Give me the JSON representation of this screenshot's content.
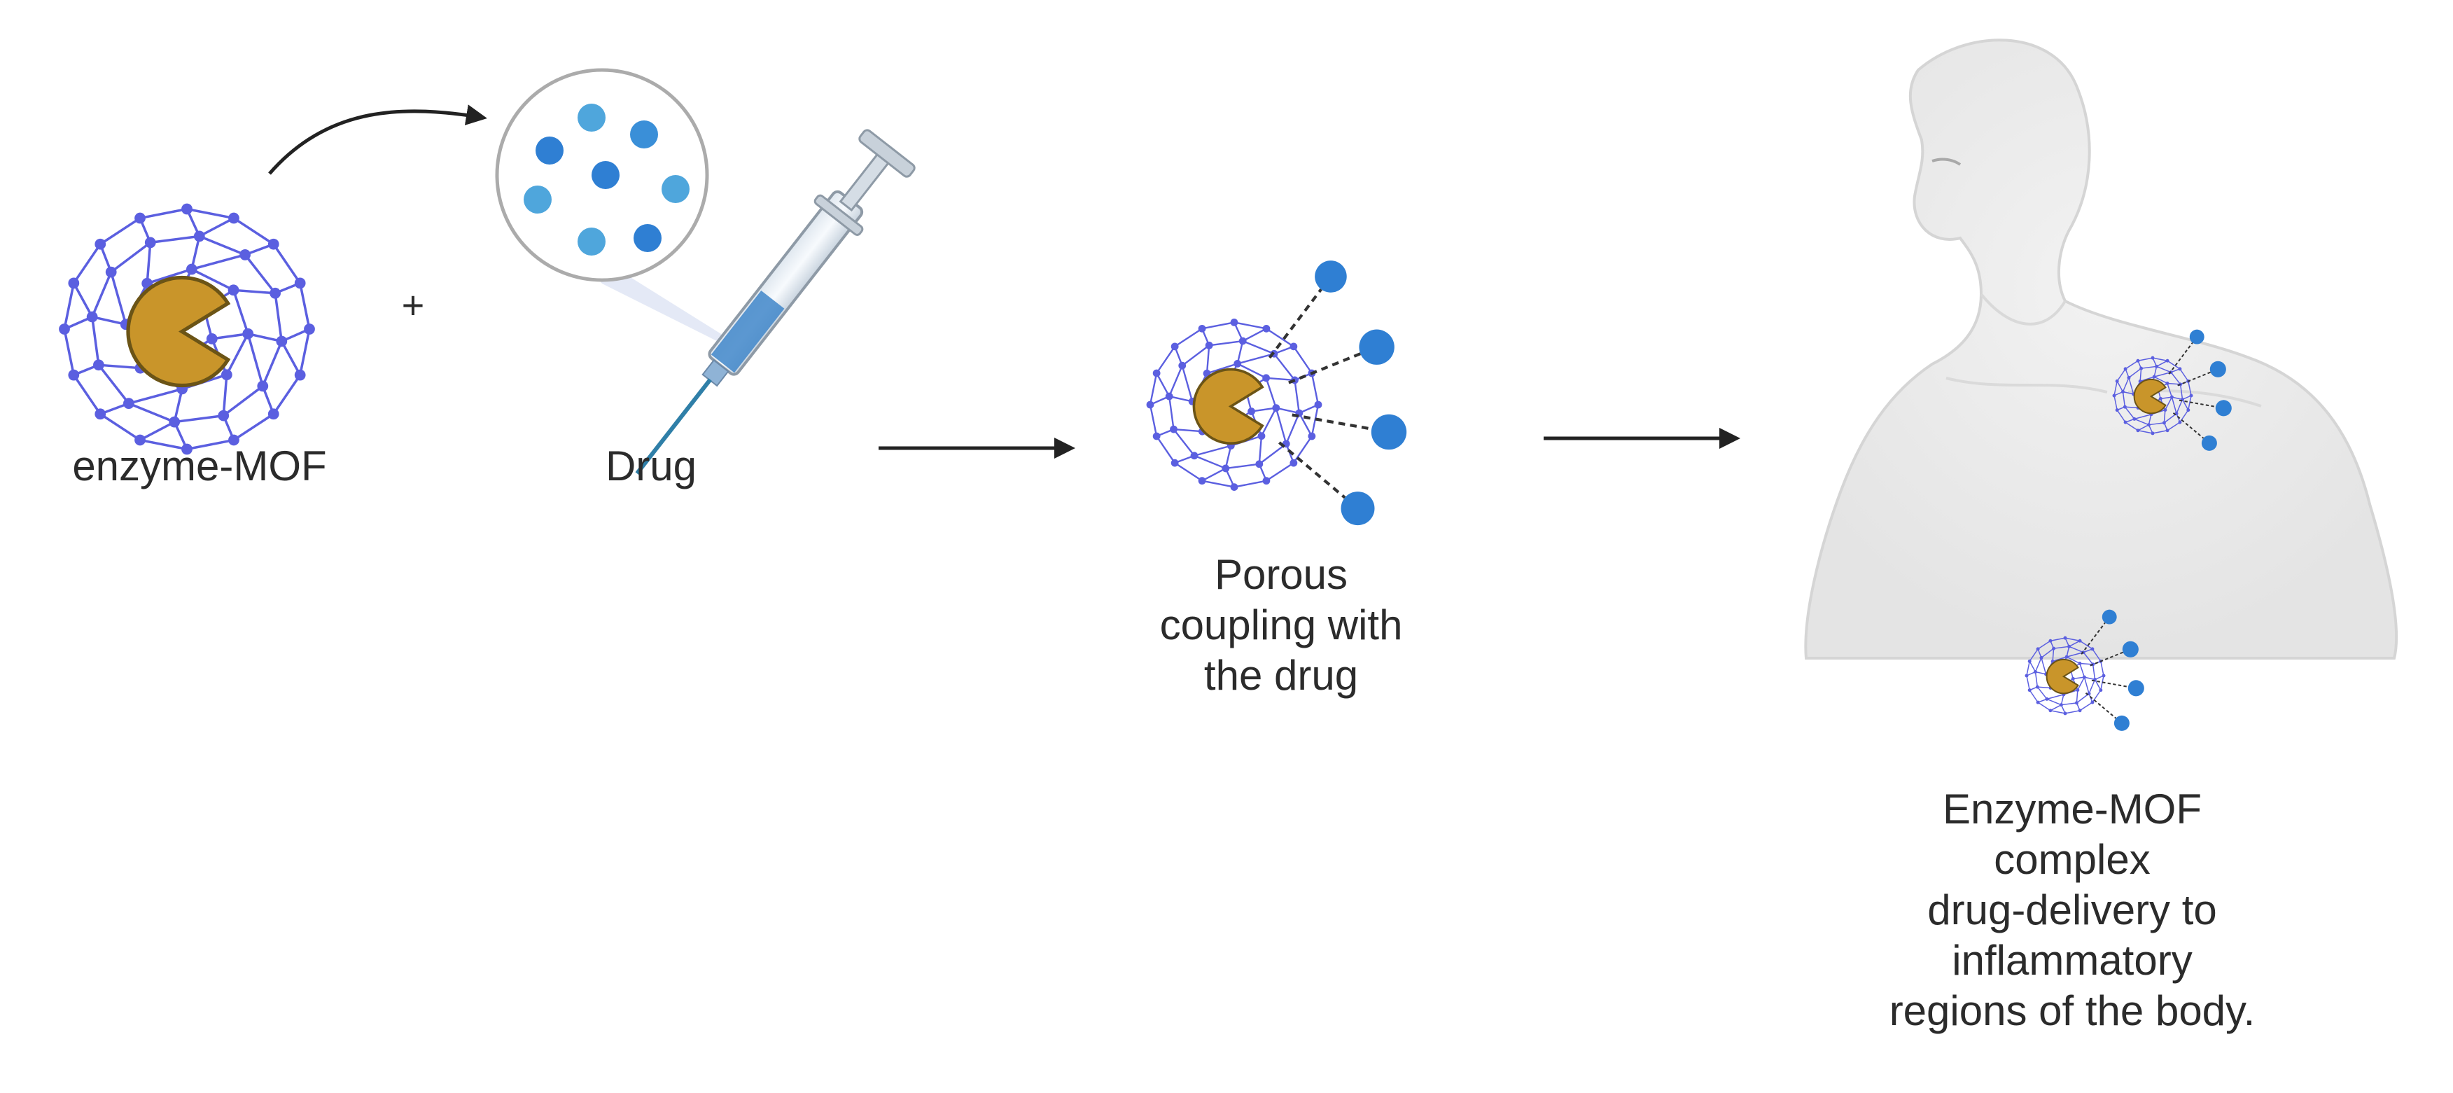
{
  "labels": {
    "enzyme_mof": "enzyme-MOF",
    "plus": "+",
    "drug": "Drug",
    "porous_coupling": [
      "Porous",
      "coupling with",
      "the drug"
    ],
    "delivery": [
      "Enzyme-MOF",
      "complex",
      "drug-delivery to",
      "inflammatory",
      "regions of the body."
    ]
  },
  "colors": {
    "cage": "#5b5fe0",
    "enzyme": "#c9952a",
    "drug_dot": "#2f7fd3",
    "drug_dot_light": "#4fa6dc",
    "arrow": "#222222",
    "body_fill": "#ececec",
    "body_stroke": "#d2d2d2",
    "text": "#2b2b2b"
  },
  "icons": [
    "enzyme-mof-cage-icon",
    "drug-bubble-icon",
    "syringe-icon",
    "human-torso-icon",
    "arrow-icon"
  ]
}
